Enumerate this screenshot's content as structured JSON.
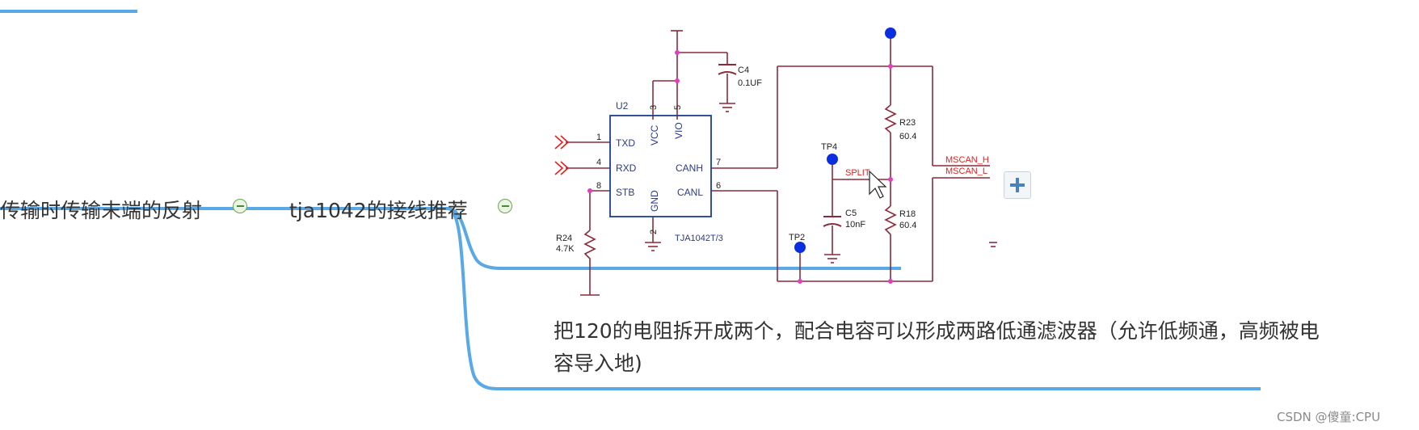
{
  "mindmap": {
    "top_node_fragment": "",
    "node_reflection": "传输时传输末端的反射",
    "node_tja": "tja1042的接线推荐",
    "note_text": "把120的电阻拆开成两个，配合电容可以形成两路低通滤波器（允许低频通，高频被电容导入地)",
    "expand_icon": "plus-icon",
    "collapse_icon": "minus-circle-icon"
  },
  "schematic": {
    "chip_ref": "U2",
    "chip_part": "TJA1042T/3",
    "pin_txd": "TXD",
    "pin_rxd": "RXD",
    "pin_stb": "STB",
    "pin_vcc": "VCC",
    "pin_vio": "VIO",
    "pin_gnd": "GND",
    "pin_canh": "CANH",
    "pin_canl": "CANL",
    "num_1": "1",
    "num_4": "4",
    "num_8": "8",
    "num_3": "3",
    "num_5": "5",
    "num_2": "2",
    "num_7": "7",
    "num_6": "6",
    "c4_ref": "C4",
    "c4_val": "0.1UF",
    "r24_ref": "R24",
    "r24_val": "4.7K",
    "r23_ref": "R23",
    "r23_val": "60.4",
    "r18_ref": "R18",
    "r18_val": "60.4",
    "c5_ref": "C5",
    "c5_val": "10nF",
    "tp4": "TP4",
    "tp2": "TP2",
    "split": "SPLIT",
    "mscan_h": "MSCAN_H",
    "mscan_l": "MSCAN_L"
  },
  "footer": {
    "watermark": "CSDN @傻童:CPU"
  },
  "colors": {
    "branch": "#5aa9e6",
    "wire": "#8b2a3a",
    "chip": "#1d3f8f",
    "pin_text": "#2a3a8a",
    "net_label": "#e02020",
    "junction": "#e040c0",
    "testpoint": "#0a2ee0"
  }
}
